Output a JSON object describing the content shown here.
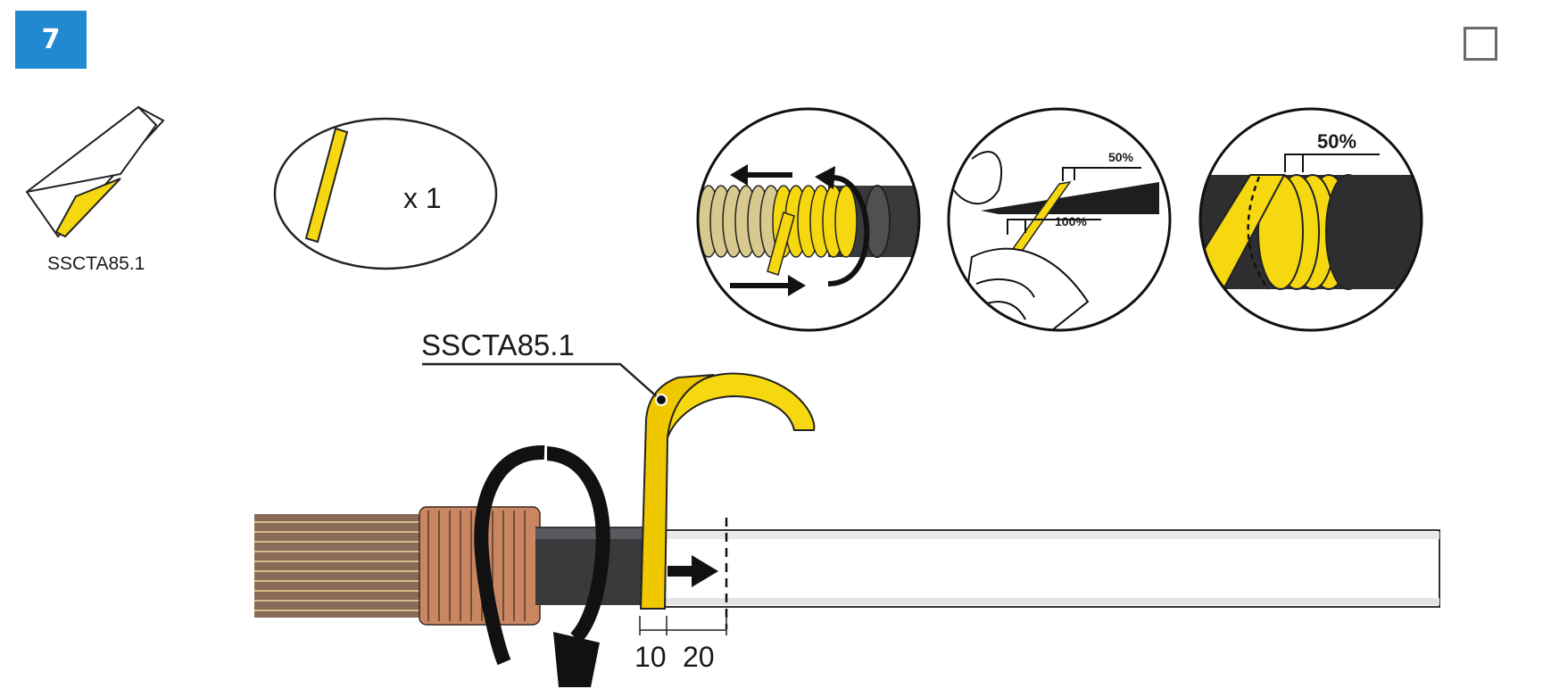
{
  "step": {
    "number": "7"
  },
  "material": {
    "label": "SSCTA85.1"
  },
  "quantity": {
    "text": "x 1"
  },
  "callout": {
    "label": "SSCTA85.1"
  },
  "overlap_detail": {
    "top_percent": "50%",
    "bottom_percent": "100%"
  },
  "final_detail": {
    "percent": "50%"
  },
  "dimensions": {
    "first": "10",
    "second": "20"
  },
  "colors": {
    "accent": "#2288cf",
    "tape": "#f5d80f",
    "cable": "#3a3a3d",
    "copper": "#b06a4a"
  }
}
